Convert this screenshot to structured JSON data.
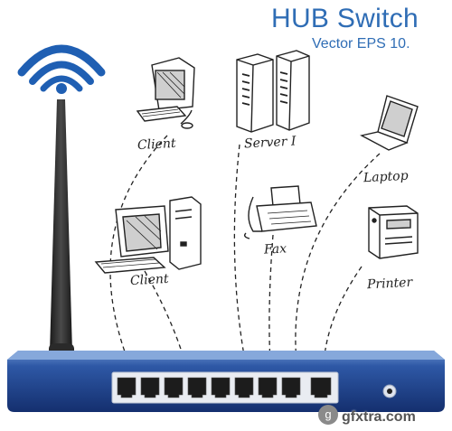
{
  "header": {
    "title": "HUB Switch",
    "subtitle": "Vector EPS 10."
  },
  "devices": {
    "client_top": "Client",
    "server": "Server I",
    "laptop": "Laptop",
    "client_bottom": "Client",
    "fax": "Fax",
    "printer": "Printer"
  },
  "watermark": {
    "text": "gfxtra.com",
    "logo_glyph": "g"
  },
  "colors": {
    "title": "#2f6db5",
    "hub_body": "#1d3f86",
    "hub_highlight": "#5a86c6",
    "antenna": "#2b2b2b",
    "wifi": "#1f5fb3"
  }
}
